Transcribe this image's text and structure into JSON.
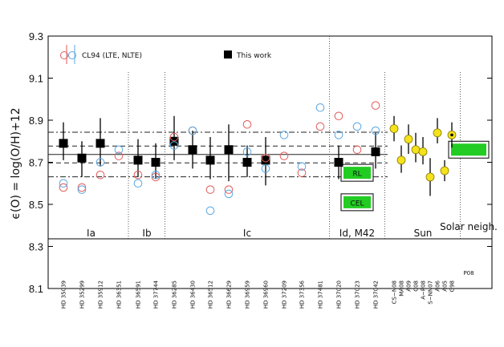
{
  "chart_data": {
    "type": "scatter",
    "ylabel": "ϵ(O) = log(O/H)+12",
    "ylim": [
      8.1,
      9.3
    ],
    "yticks": [
      8.1,
      8.3,
      8.5,
      8.7,
      8.9,
      9.1,
      9.3
    ],
    "x_categories": [
      "HD 35039",
      "HD 35299",
      "HD 35912",
      "HD 36351",
      "HD 36591",
      "HD 37744",
      "HD 36285",
      "HD 36430",
      "HD 36512",
      "HD 36629",
      "HD 36959",
      "HD 36960",
      "HD 37209",
      "HD 37356",
      "HD 37481",
      "HD 37020",
      "HD 37023",
      "HD 37042",
      "CS−N08",
      "MA08",
      "A09",
      "C08",
      "A−P08",
      "S−NN07",
      "A06",
      "A05",
      "G98",
      "P08"
    ],
    "groups": [
      {
        "name": "Ia",
        "from": 0,
        "to": 3
      },
      {
        "name": "Ib",
        "from": 4,
        "to": 5
      },
      {
        "name": "Ic",
        "from": 6,
        "to": 14
      },
      {
        "name": "Id, M42",
        "from": 15,
        "to": 17
      },
      {
        "name": "Sun",
        "from": 18,
        "to": 26
      },
      {
        "name": "Solar neigh.",
        "from": 27,
        "to": 27
      }
    ],
    "legend": [
      {
        "label": "CL94 (LTE, NLTE)",
        "marker": "open-circles"
      },
      {
        "label": "This work",
        "marker": "filled-square"
      }
    ],
    "series": [
      {
        "name": "This work",
        "marker": "filled-square",
        "points": [
          {
            "i": 0,
            "y": 8.79,
            "lo": 8.71,
            "hi": 8.89
          },
          {
            "i": 1,
            "y": 8.72,
            "lo": 8.63,
            "hi": 8.8
          },
          {
            "i": 2,
            "y": 8.79,
            "lo": 8.68,
            "hi": 8.91
          },
          {
            "i": 4,
            "y": 8.71,
            "lo": 8.63,
            "hi": 8.81
          },
          {
            "i": 5,
            "y": 8.7,
            "lo": 8.62,
            "hi": 8.79
          },
          {
            "i": 6,
            "y": 8.8,
            "lo": 8.71,
            "hi": 8.92
          },
          {
            "i": 7,
            "y": 8.76,
            "lo": 8.67,
            "hi": 8.85
          },
          {
            "i": 8,
            "y": 8.71,
            "lo": 8.62,
            "hi": 8.82
          },
          {
            "i": 9,
            "y": 8.76,
            "lo": 8.61,
            "hi": 8.88
          },
          {
            "i": 10,
            "y": 8.7,
            "lo": 8.63,
            "hi": 8.78
          },
          {
            "i": 11,
            "y": 8.71,
            "lo": 8.59,
            "hi": 8.82
          },
          {
            "i": 15,
            "y": 8.7,
            "lo": 8.62,
            "hi": 8.78
          },
          {
            "i": 17,
            "y": 8.75,
            "lo": 8.67,
            "hi": 8.84
          }
        ]
      },
      {
        "name": "CL94 LTE",
        "marker": "open-circle",
        "color": "#e35b5b",
        "points": [
          {
            "i": 0,
            "y": 8.58
          },
          {
            "i": 1,
            "y": 8.58
          },
          {
            "i": 2,
            "y": 8.64
          },
          {
            "i": 3,
            "y": 8.73
          },
          {
            "i": 4,
            "y": 8.64
          },
          {
            "i": 5,
            "y": 8.63
          },
          {
            "i": 6,
            "y": 8.82
          },
          {
            "i": 7,
            "y": 8.85
          },
          {
            "i": 8,
            "y": 8.57
          },
          {
            "i": 9,
            "y": 8.57
          },
          {
            "i": 10,
            "y": 8.88
          },
          {
            "i": 11,
            "y": 8.72
          },
          {
            "i": 12,
            "y": 8.73
          },
          {
            "i": 13,
            "y": 8.65
          },
          {
            "i": 14,
            "y": 8.87
          },
          {
            "i": 15,
            "y": 8.92
          },
          {
            "i": 16,
            "y": 8.76
          },
          {
            "i": 17,
            "y": 8.97
          }
        ]
      },
      {
        "name": "CL94 NLTE",
        "marker": "open-circle",
        "color": "#5ba7e3",
        "points": [
          {
            "i": 0,
            "y": 8.6
          },
          {
            "i": 1,
            "y": 8.57
          },
          {
            "i": 2,
            "y": 8.7
          },
          {
            "i": 3,
            "y": 8.76
          },
          {
            "i": 4,
            "y": 8.6
          },
          {
            "i": 5,
            "y": 8.64
          },
          {
            "i": 6,
            "y": 8.78
          },
          {
            "i": 7,
            "y": 8.85
          },
          {
            "i": 8,
            "y": 8.47
          },
          {
            "i": 9,
            "y": 8.55
          },
          {
            "i": 10,
            "y": 8.75
          },
          {
            "i": 11,
            "y": 8.67
          },
          {
            "i": 12,
            "y": 8.83
          },
          {
            "i": 13,
            "y": 8.68
          },
          {
            "i": 14,
            "y": 8.96
          },
          {
            "i": 15,
            "y": 8.83
          },
          {
            "i": 16,
            "y": 8.87
          },
          {
            "i": 17,
            "y": 8.85
          }
        ]
      },
      {
        "name": "Sun",
        "marker": "filled-circle",
        "color": "#f3e21c",
        "points": [
          {
            "i": 18,
            "y": 8.86,
            "lo": 8.8,
            "hi": 8.92
          },
          {
            "i": 19,
            "y": 8.71,
            "lo": 8.65,
            "hi": 8.78
          },
          {
            "i": 20,
            "y": 8.81,
            "lo": 8.74,
            "hi": 8.88
          },
          {
            "i": 21,
            "y": 8.76,
            "lo": 8.7,
            "hi": 8.84
          },
          {
            "i": 22,
            "y": 8.75,
            "lo": 8.69,
            "hi": 8.82
          },
          {
            "i": 23,
            "y": 8.63,
            "lo": 8.54,
            "hi": 8.72
          },
          {
            "i": 24,
            "y": 8.84,
            "lo": 8.79,
            "hi": 8.91
          },
          {
            "i": 25,
            "y": 8.66,
            "lo": 8.61,
            "hi": 8.71
          },
          {
            "i": 26,
            "y": 8.83,
            "lo": 8.77,
            "hi": 8.89,
            "dot": true
          }
        ]
      }
    ],
    "boxes": [
      {
        "label": "RL",
        "x_at": 16.0,
        "y": 8.65
      },
      {
        "label": "CEL",
        "x_at": 16.0,
        "y": 8.51
      },
      {
        "label": "",
        "x_at": 27.0,
        "y": 8.76
      }
    ],
    "hlines": [
      {
        "y": 8.737,
        "style": "solid"
      },
      {
        "y": 8.777,
        "style": "dashed"
      },
      {
        "y": 8.697,
        "style": "dashed"
      },
      {
        "y": 8.843,
        "style": "dashdot"
      },
      {
        "y": 8.631,
        "style": "dashdot"
      }
    ],
    "colors": {
      "box_fill": "#22cc22",
      "lte": "#e35b5b",
      "nlte": "#5ba7e3",
      "sun": "#f3e21c"
    }
  }
}
